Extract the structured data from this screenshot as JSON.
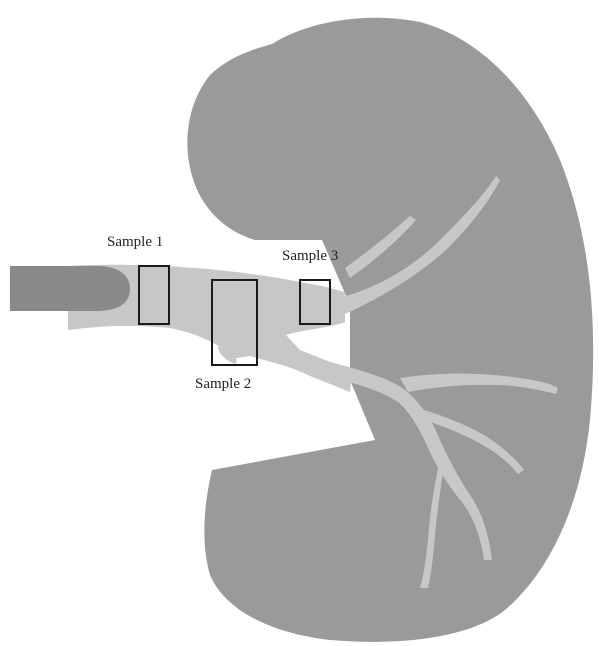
{
  "colors": {
    "background": "#ffffff",
    "kidney": "#9a9a9a",
    "vessel": "#c7c7c7",
    "artery": "#8a8a8a",
    "box_stroke": "#1a1a1a",
    "text": "#222222"
  },
  "labels": {
    "sample1": "Sample 1",
    "sample2": "Sample 2",
    "sample3": "Sample 3"
  }
}
